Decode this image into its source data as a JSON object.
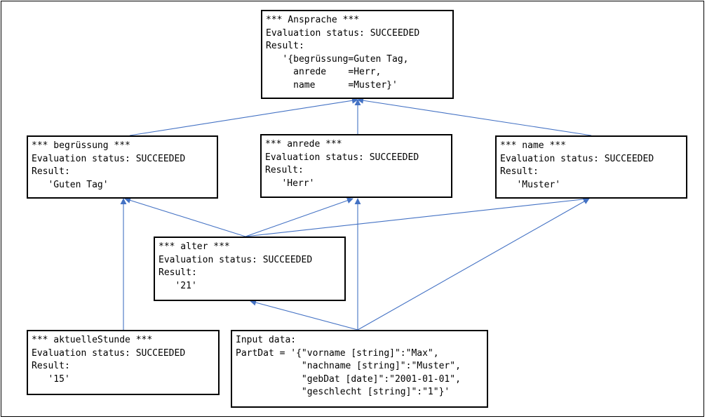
{
  "diagram": {
    "edge_color": "#4472C4",
    "nodes": {
      "ansprache": {
        "header": "*** Ansprache ***",
        "status": "Evaluation status: SUCCEEDED",
        "result_label": "Result:",
        "result_lines": [
          "   '{begrüssung=Guten Tag,",
          "     anrede    =Herr,",
          "     name      =Muster}'"
        ]
      },
      "begruessung": {
        "header": "*** begrüssung ***",
        "status": "Evaluation status: SUCCEEDED",
        "result_label": "Result:",
        "result_lines": [
          "   'Guten Tag'"
        ]
      },
      "anrede": {
        "header": "*** anrede ***",
        "status": "Evaluation status: SUCCEEDED",
        "result_label": "Result:",
        "result_lines": [
          "   'Herr'"
        ]
      },
      "name": {
        "header": "*** name ***",
        "status": "Evaluation status: SUCCEEDED",
        "result_label": "Result:",
        "result_lines": [
          "   'Muster'"
        ]
      },
      "alter": {
        "header": "*** alter ***",
        "status": "Evaluation status: SUCCEEDED",
        "result_label": "Result:",
        "result_lines": [
          "   '21'"
        ]
      },
      "aktuelleStunde": {
        "header": "*** aktuelleStunde ***",
        "status": "Evaluation status: SUCCEEDED",
        "result_label": "Result:",
        "result_lines": [
          "   '15'"
        ]
      },
      "input": {
        "title": "Input data:",
        "lines": [
          "PartDat = '{\"vorname [string]\":\"Max\",",
          "            \"nachname [string]\":\"Muster\",",
          "            \"gebDat [date]\":\"2001-01-01\",",
          "            \"geschlecht [string]\":\"1\"}'"
        ]
      }
    }
  }
}
